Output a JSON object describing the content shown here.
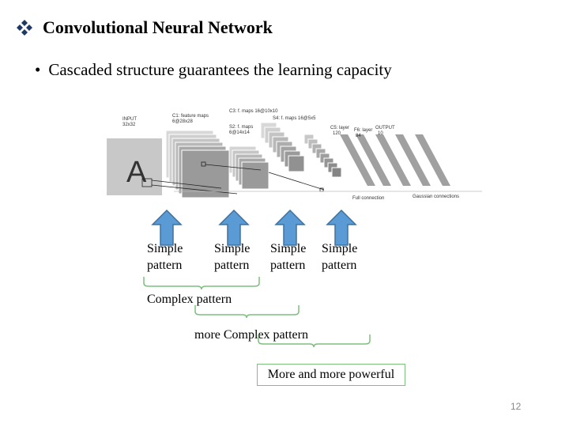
{
  "title": "Convolutional Neural Network",
  "bullet": "Cascaded structure guarantees the learning capacity",
  "diagram": {
    "input_label": "INPUT",
    "input_size": "32x32",
    "c1_label": "C1: feature maps",
    "c1_size": "6@28x28",
    "s2_label": "S2: f. maps",
    "s2_size": "6@14x14",
    "c3_label": "C3: f. maps 16@10x10",
    "s4_label": "S4: f. maps 16@5x5",
    "c5_label": "C5: layer",
    "c5_size": "120",
    "f6_label": "F6: layer",
    "f6_size": "84",
    "output_label": "OUTPUT",
    "output_size": "10",
    "full_connection": "Full connection",
    "gaussian": "Gaussian connections",
    "letter": "A"
  },
  "arrows": [
    {
      "line1": "Simple",
      "line2": "pattern"
    },
    {
      "line1": "Simple",
      "line2": "pattern"
    },
    {
      "line1": "Simple",
      "line2": "pattern"
    },
    {
      "line1": "Simple",
      "line2": "pattern"
    }
  ],
  "complex_pattern": "Complex pattern",
  "more_complex_pattern": "more Complex pattern",
  "more_powerful": "More and more powerful",
  "page_number": "12",
  "colors": {
    "arrow_fill": "#5b9bd5",
    "arrow_stroke": "#41719c",
    "brace": "#7fbf7f",
    "bullet_icon": "#1f3864"
  }
}
